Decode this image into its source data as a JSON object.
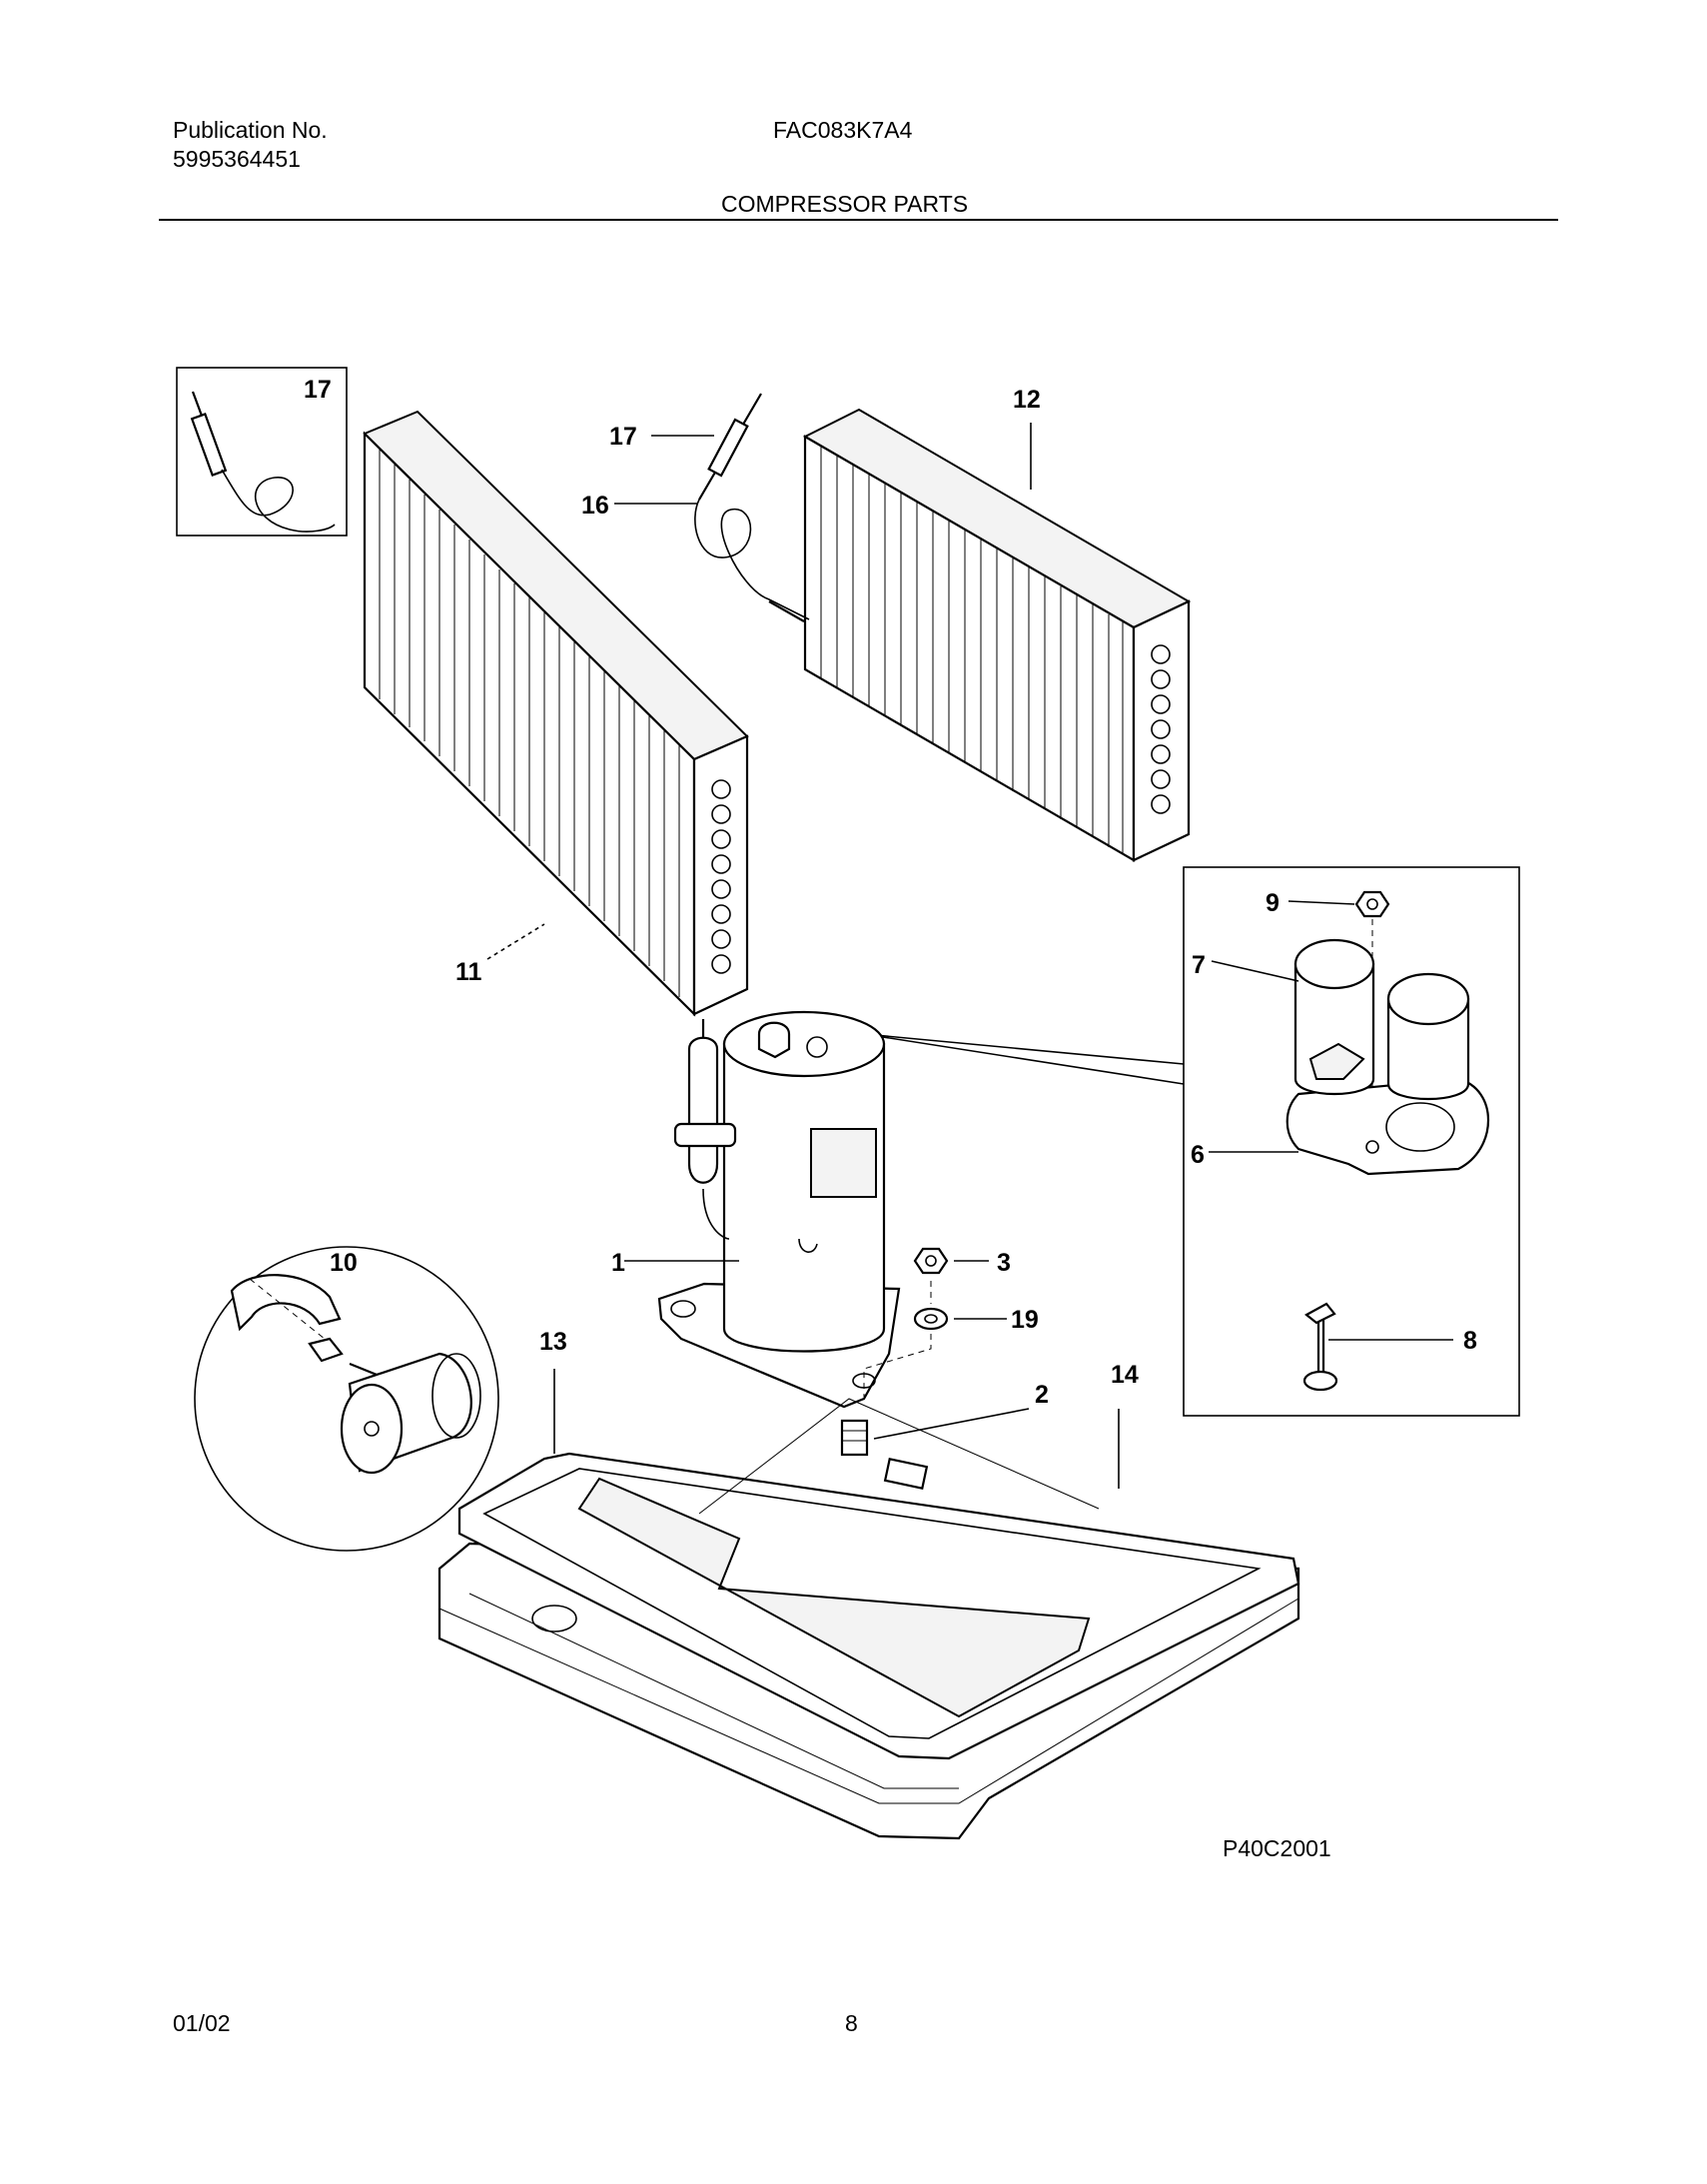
{
  "header": {
    "publication_label": "Publication No.",
    "publication_number": "5995364451",
    "model": "FAC083K7A4",
    "section_title": "COMPRESSOR PARTS"
  },
  "callouts": {
    "c1": "1",
    "c2": "2",
    "c3": "3",
    "c6": "6",
    "c7": "7",
    "c8": "8",
    "c9": "9",
    "c10": "10",
    "c11": "11",
    "c12": "12",
    "c13": "13",
    "c14": "14",
    "c16": "16",
    "c17a": "17",
    "c17b": "17",
    "c19": "19"
  },
  "figure_code": "P40C2001",
  "footer": {
    "date": "01/02",
    "page_number": "8"
  }
}
